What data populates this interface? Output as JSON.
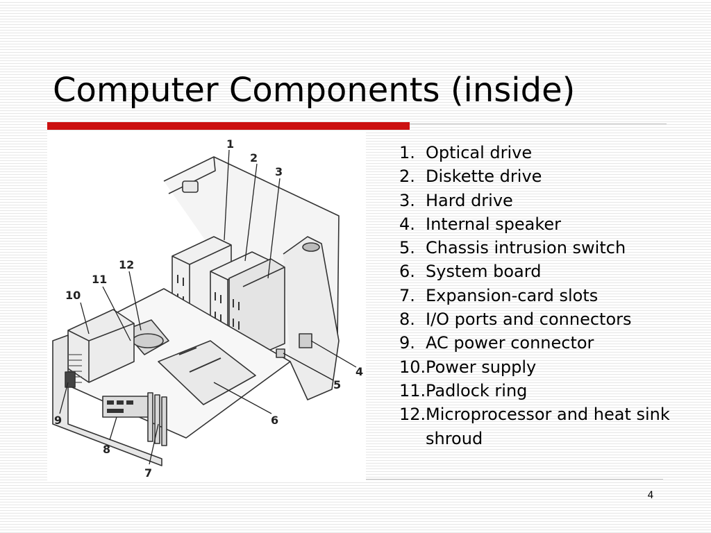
{
  "slide": {
    "title": "Computer Components (inside)",
    "page_number": "4",
    "accent_color": "#cc1111"
  },
  "legend": [
    {
      "num": "1.",
      "text": "Optical drive"
    },
    {
      "num": "2.",
      "text": "Diskette drive"
    },
    {
      "num": "3.",
      "text": "Hard drive"
    },
    {
      "num": "4.",
      "text": "Internal speaker"
    },
    {
      "num": "5.",
      "text": "Chassis intrusion switch"
    },
    {
      "num": "6.",
      "text": "System board"
    },
    {
      "num": "7.",
      "text": "Expansion-card slots"
    },
    {
      "num": "8.",
      "text": "I/O ports and connectors"
    },
    {
      "num": "9.",
      "text": "AC power connector"
    },
    {
      "num": "10.",
      "text": "Power supply"
    },
    {
      "num": "11.",
      "text": "Padlock ring"
    },
    {
      "num": "12.",
      "text": "Microprocessor and heat sink shroud"
    }
  ],
  "callouts": [
    "1",
    "2",
    "3",
    "4",
    "5",
    "6",
    "7",
    "8",
    "9",
    "10",
    "11",
    "12"
  ]
}
